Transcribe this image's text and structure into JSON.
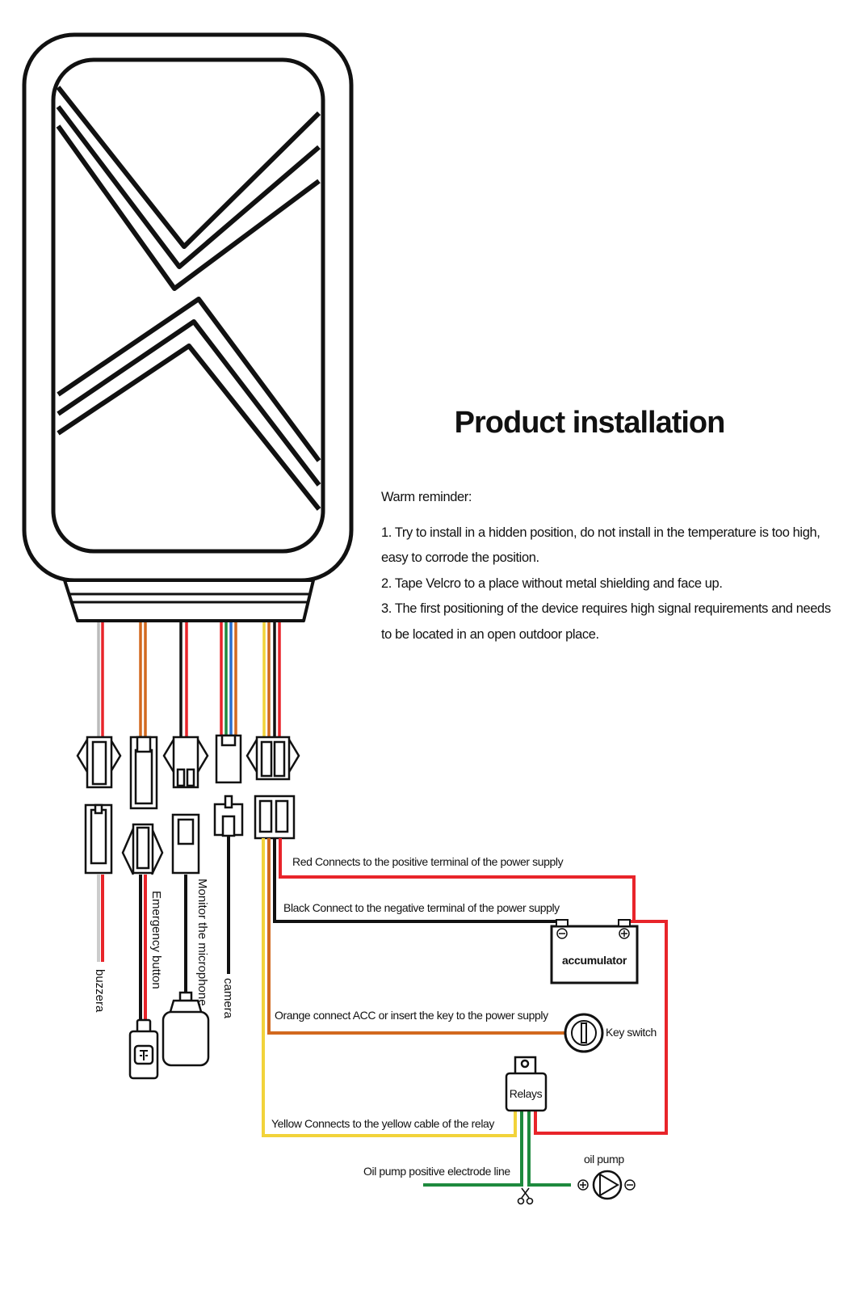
{
  "title": "Product installation",
  "reminder": {
    "heading": "Warm reminder:",
    "items": [
      "1. Try to install in a hidden position, do not install in the temperature is too high, easy to corrode the position.",
      "2. Tape Velcro to a place without metal shielding and face up.",
      "3. The first positioning of the device requires high signal requirements and needs to be located in an open outdoor place."
    ]
  },
  "labels": {
    "buzzer": "buzzera",
    "emergency": "Emergency button",
    "microphone": "Monitor the microphone",
    "camera": "camera",
    "red": "Red Connects to the positive terminal of the power supply",
    "black": "Black Connect to the negative terminal of the power supply",
    "accumulator": "accumulator",
    "orange": "Orange connect ACC or insert the key to the power supply",
    "key_switch": "Key switch",
    "relays": "Relays",
    "yellow": "Yellow Connects to the yellow cable of the relay",
    "oil_pump": "oil pump",
    "oil_line": "Oil pump positive electrode line"
  },
  "colors": {
    "red": "#e8242a",
    "black": "#111111",
    "orange": "#d2691e",
    "yellow": "#f2d33a",
    "green": "#1e8a3e",
    "blue": "#2a6fd0"
  },
  "icons": [
    "scissors-icon",
    "plus-icon",
    "minus-icon",
    "key-icon",
    "pump-icon"
  ]
}
